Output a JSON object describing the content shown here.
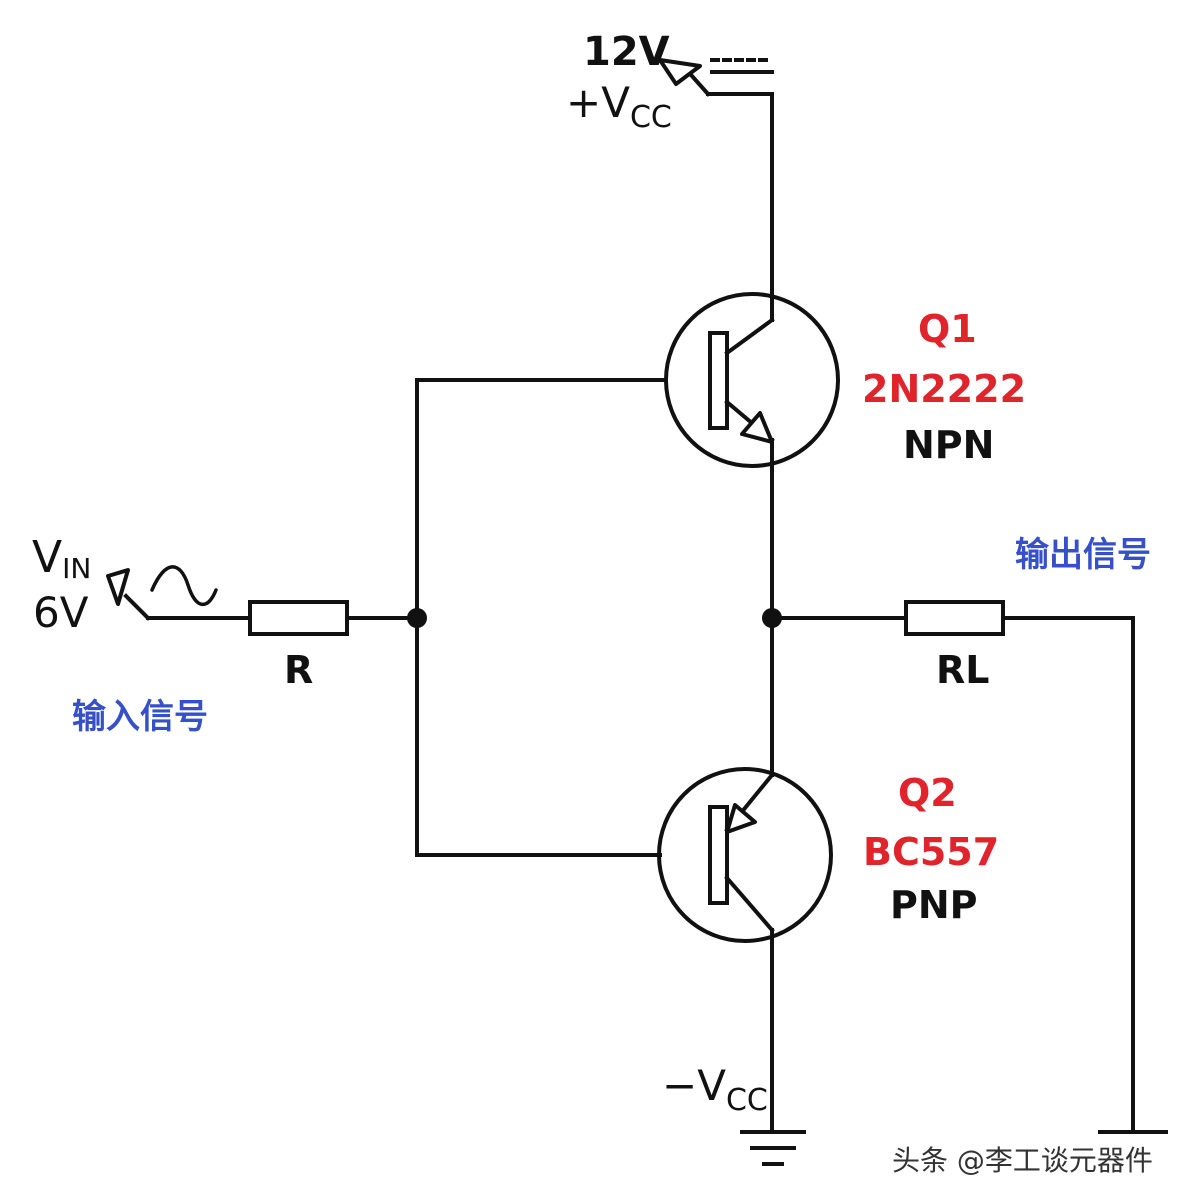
{
  "supply": {
    "voltage": "12V",
    "plus_prefix": "+V",
    "plus_sub": "CC",
    "minus_prefix": "−V",
    "minus_sub": "CC"
  },
  "input": {
    "name_main": "V",
    "name_sub": "IN",
    "voltage": "6V",
    "caption": "输入信号"
  },
  "output": {
    "caption": "输出信号"
  },
  "resistors": {
    "r_in": "R",
    "r_load": "RL"
  },
  "q1": {
    "id": "Q1",
    "part": "2N2222",
    "type": "NPN"
  },
  "q2": {
    "id": "Q2",
    "part": "BC557",
    "type": "PNP"
  },
  "watermark": "头条 @李工谈元器件",
  "colors": {
    "wire": "#111111",
    "part_red": "#e0242b",
    "caption_blue": "#3550c8",
    "watermark": "#333333"
  }
}
